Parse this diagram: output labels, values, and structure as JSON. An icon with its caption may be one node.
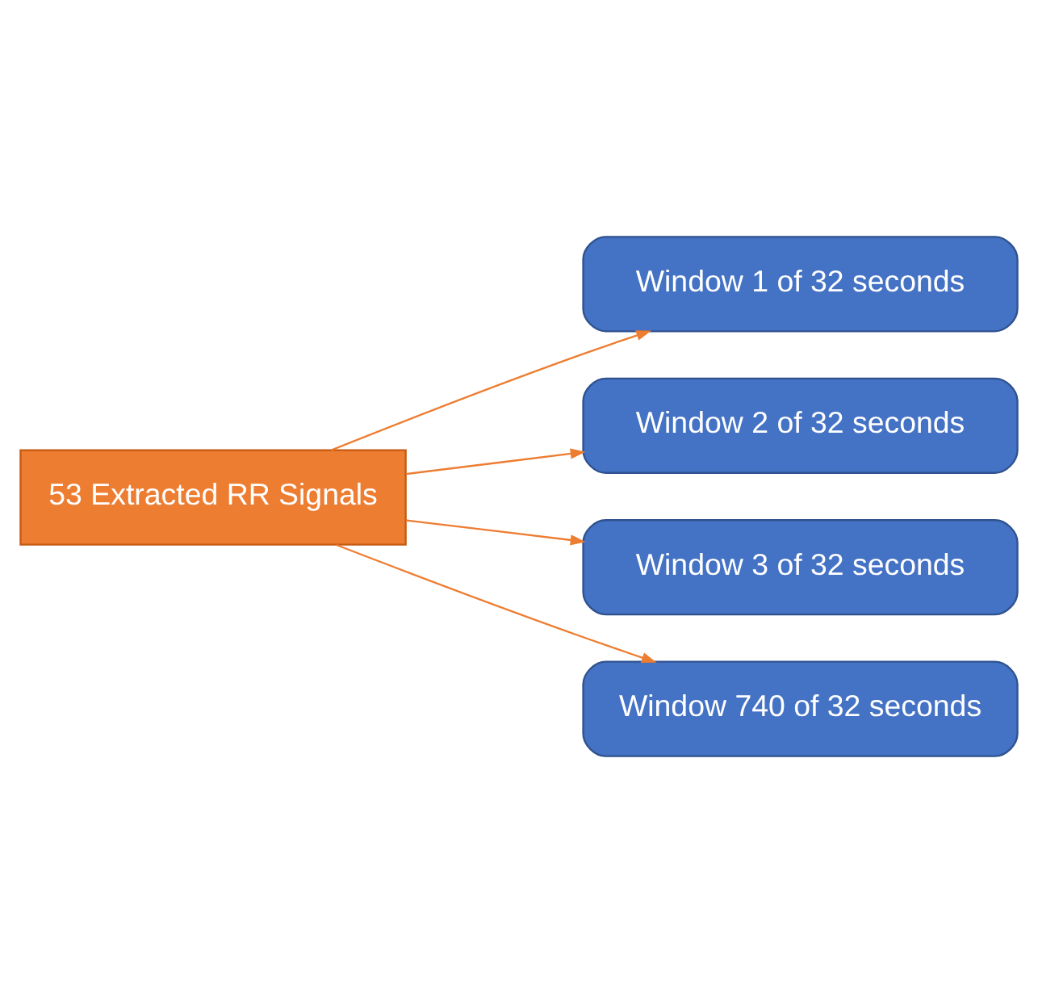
{
  "diagram": {
    "nodes": [
      {
        "text": [
          "53 Extracted RR Signals"
        ]
      },
      {
        "text": [
          "Window 1 of 32 seconds"
        ]
      },
      {
        "text": [
          "Window 2 of 32 seconds"
        ]
      },
      {
        "text": [
          "Window 3 of 32 seconds"
        ]
      },
      {
        "text": [
          "Window 740 of 32 seconds"
        ]
      }
    ],
    "edges": [
      {
        "from": 0,
        "to": 1,
        "arrow": "to"
      },
      {
        "from": 0,
        "to": 2,
        "arrow": "to"
      },
      {
        "from": 0,
        "to": 3,
        "arrow": "to"
      },
      {
        "from": 0,
        "to": 4,
        "arrow": "to"
      }
    ]
  }
}
